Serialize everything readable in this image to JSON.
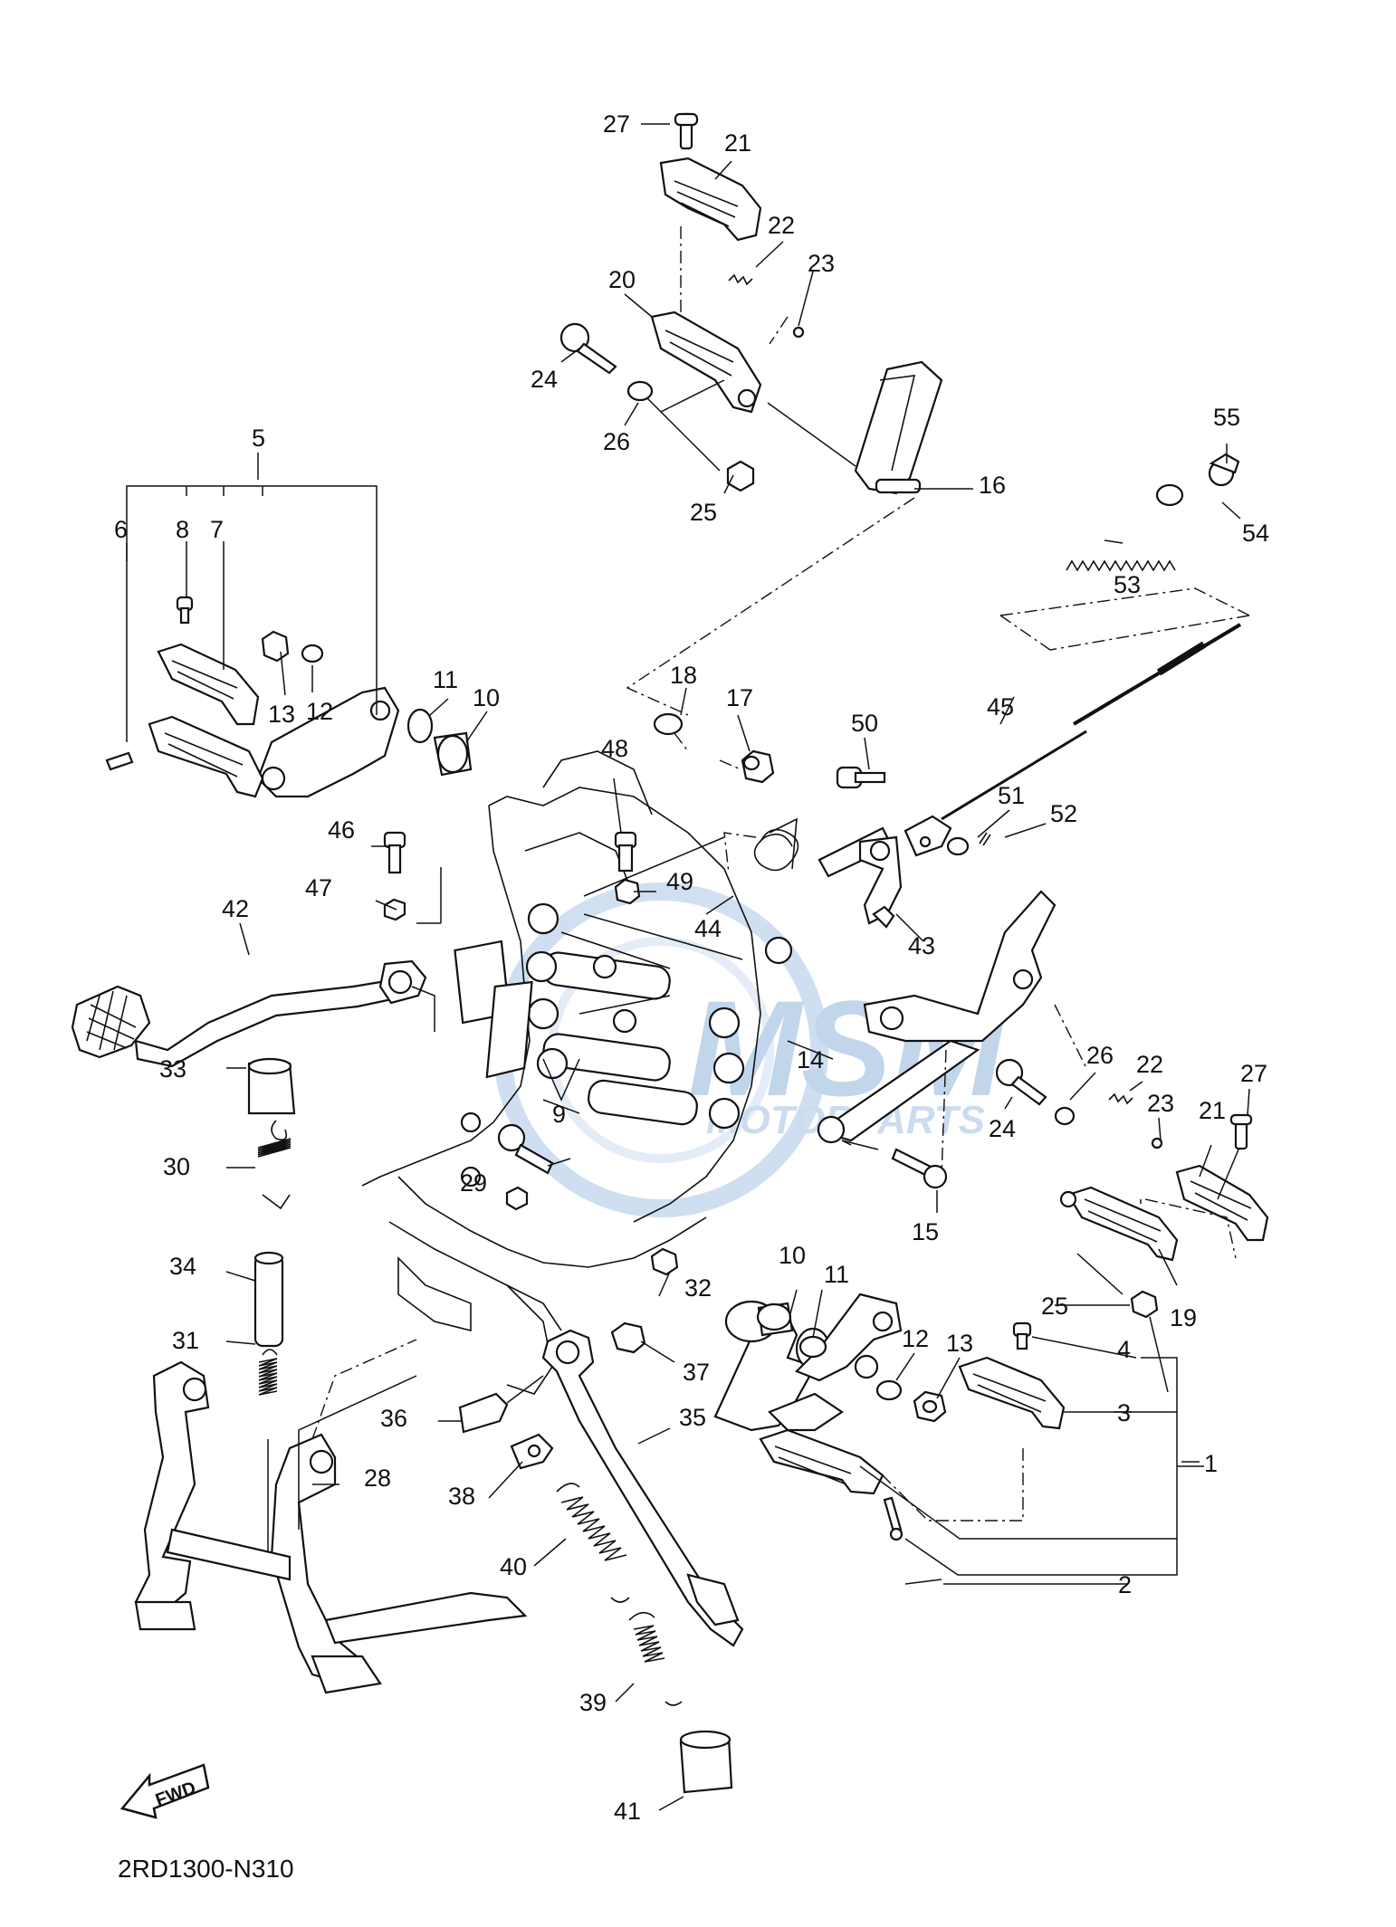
{
  "diagram": {
    "code": "2RD1300-N310",
    "watermark_brand": "MSM",
    "watermark_sub": "MOTORPARTS",
    "fwd_label": "FWD",
    "callouts": [
      {
        "id": "c27a",
        "text": "27"
      },
      {
        "id": "c21a",
        "text": "21"
      },
      {
        "id": "c22a",
        "text": "22"
      },
      {
        "id": "c23a",
        "text": "23"
      },
      {
        "id": "c20",
        "text": "20"
      },
      {
        "id": "c24a",
        "text": "24"
      },
      {
        "id": "c26a",
        "text": "26"
      },
      {
        "id": "c25a",
        "text": "25"
      },
      {
        "id": "c16",
        "text": "16"
      },
      {
        "id": "c55",
        "text": "55"
      },
      {
        "id": "c54",
        "text": "54"
      },
      {
        "id": "c53",
        "text": "53"
      },
      {
        "id": "c5",
        "text": "5"
      },
      {
        "id": "c6",
        "text": "6"
      },
      {
        "id": "c8",
        "text": "8"
      },
      {
        "id": "c7",
        "text": "7"
      },
      {
        "id": "c13a",
        "text": "13"
      },
      {
        "id": "c12a",
        "text": "12"
      },
      {
        "id": "c11a",
        "text": "11"
      },
      {
        "id": "c10a",
        "text": "10"
      },
      {
        "id": "c18",
        "text": "18"
      },
      {
        "id": "c17",
        "text": "17"
      },
      {
        "id": "c48",
        "text": "48"
      },
      {
        "id": "c50",
        "text": "50"
      },
      {
        "id": "c45",
        "text": "45"
      },
      {
        "id": "c51",
        "text": "51"
      },
      {
        "id": "c52",
        "text": "52"
      },
      {
        "id": "c46",
        "text": "46"
      },
      {
        "id": "c47",
        "text": "47"
      },
      {
        "id": "c49",
        "text": "49"
      },
      {
        "id": "c44",
        "text": "44"
      },
      {
        "id": "c43",
        "text": "43"
      },
      {
        "id": "c42",
        "text": "42"
      },
      {
        "id": "c14",
        "text": "14"
      },
      {
        "id": "c26b",
        "text": "26"
      },
      {
        "id": "c22b",
        "text": "22"
      },
      {
        "id": "c27b",
        "text": "27"
      },
      {
        "id": "c23b",
        "text": "23"
      },
      {
        "id": "c24b",
        "text": "24"
      },
      {
        "id": "c21b",
        "text": "21"
      },
      {
        "id": "c33",
        "text": "33"
      },
      {
        "id": "c9",
        "text": "9"
      },
      {
        "id": "c30",
        "text": "30"
      },
      {
        "id": "c29",
        "text": "29"
      },
      {
        "id": "c15",
        "text": "15"
      },
      {
        "id": "c34",
        "text": "34"
      },
      {
        "id": "c32",
        "text": "32"
      },
      {
        "id": "c10b",
        "text": "10"
      },
      {
        "id": "c11b",
        "text": "11"
      },
      {
        "id": "c25b",
        "text": "25"
      },
      {
        "id": "c19",
        "text": "19"
      },
      {
        "id": "c31",
        "text": "31"
      },
      {
        "id": "c37",
        "text": "37"
      },
      {
        "id": "c12b",
        "text": "12"
      },
      {
        "id": "c13b",
        "text": "13"
      },
      {
        "id": "c4",
        "text": "4"
      },
      {
        "id": "c3",
        "text": "3"
      },
      {
        "id": "c1",
        "text": "1"
      },
      {
        "id": "c36",
        "text": "36"
      },
      {
        "id": "c35",
        "text": "35"
      },
      {
        "id": "c28",
        "text": "28"
      },
      {
        "id": "c38",
        "text": "38"
      },
      {
        "id": "c40",
        "text": "40"
      },
      {
        "id": "c2",
        "text": "2"
      },
      {
        "id": "c39",
        "text": "39"
      },
      {
        "id": "c41",
        "text": "41"
      }
    ]
  }
}
